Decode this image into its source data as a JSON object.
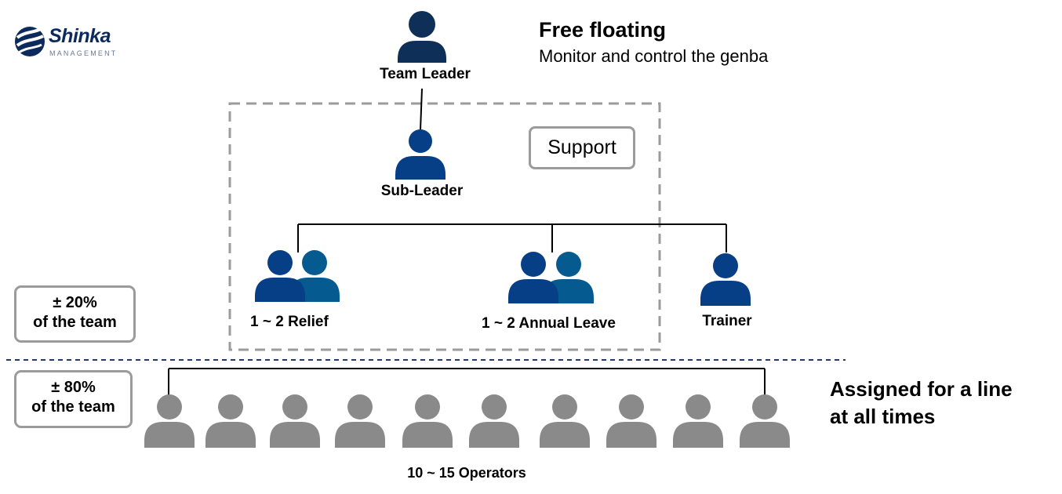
{
  "logo": {
    "word": "Shinka",
    "sub": "MANAGEMENT"
  },
  "top": {
    "heading": "Free floating",
    "subheading": "Monitor and control the genba"
  },
  "roles": {
    "team_leader": "Team Leader",
    "sub_leader": "Sub-Leader",
    "relief": "1 ~ 2 Relief",
    "annual_leave": "1 ~ 2 Annual Leave",
    "trainer": "Trainer",
    "operators": "10 ~ 15 Operators"
  },
  "support_label": "Support",
  "pct_support": {
    "value": "±  20%",
    "caption": "of the team"
  },
  "pct_operators": {
    "value": "±  80%",
    "caption": "of the team"
  },
  "assigned_label": {
    "line1": "Assigned for a line",
    "line2": "at all times"
  },
  "operator_count_shown": 10,
  "colors": {
    "leader": "#0e2f57",
    "blue": "#063f86",
    "teal": "#055b8f",
    "operator": "#8a8a8a",
    "dash": "#9b9b9b",
    "divider": "#1f3a6b"
  }
}
